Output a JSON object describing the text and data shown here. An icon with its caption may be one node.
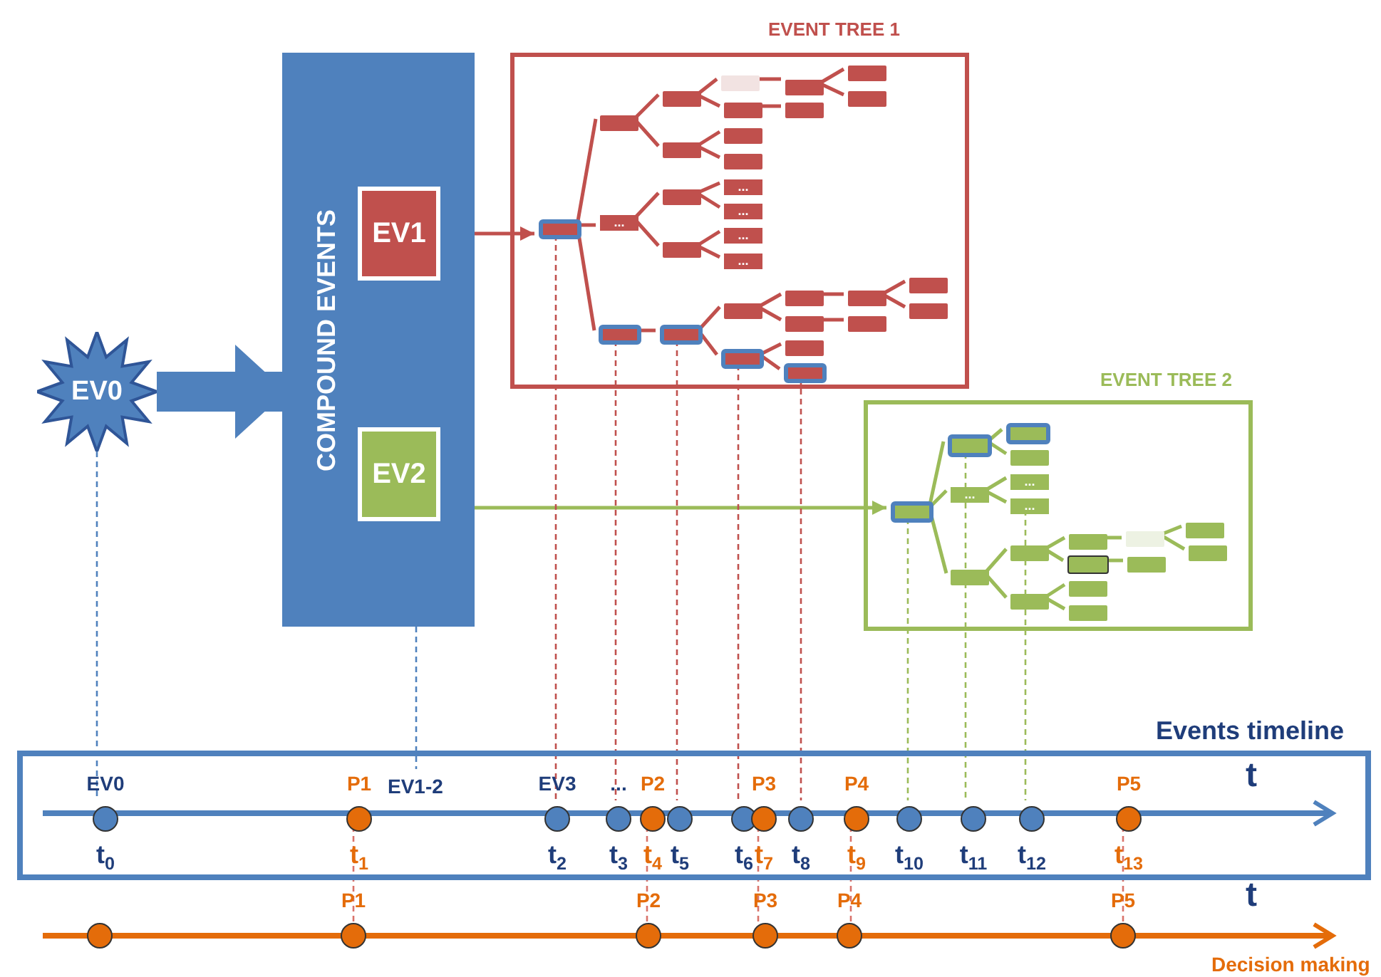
{
  "diagram": {
    "nodes": [
      {
        "text": [
          "EV0"
        ]
      },
      {
        "text": [
          "COMPOUND EVENTS"
        ]
      },
      {
        "text": [
          "EV1"
        ],
        "in": 1
      },
      {
        "text": [
          "EV2"
        ],
        "in": 1
      },
      {
        "text": [
          "EVENT TREE 1"
        ]
      },
      {
        "text": [],
        "shape": "box",
        "in": 4
      },
      {
        "text": [],
        "shape": "box",
        "in": 4
      },
      {
        "text": [
          "..."
        ],
        "in": 4
      },
      {
        "text": [],
        "shape": "box",
        "in": 4
      },
      {
        "text": [],
        "shape": "box",
        "in": 4
      },
      {
        "text": [],
        "shape": "box",
        "in": 4
      },
      {
        "text": [],
        "shape": "box",
        "in": 4
      },
      {
        "text": [],
        "shape": "box",
        "in": 4
      },
      {
        "text": [],
        "shape": "box",
        "in": 4
      },
      {
        "text": [],
        "shape": "box",
        "in": 4
      },
      {
        "text": [],
        "shape": "box",
        "in": 4
      },
      {
        "text": [],
        "shape": "box",
        "in": 4
      },
      {
        "text": [],
        "shape": "box",
        "in": 4
      },
      {
        "text": [
          "..."
        ],
        "in": 4
      },
      {
        "text": [
          "..."
        ],
        "in": 4
      },
      {
        "text": [
          "..."
        ],
        "in": 4
      },
      {
        "text": [
          "..."
        ],
        "in": 4
      },
      {
        "text": [],
        "shape": "box",
        "in": 4
      },
      {
        "text": [],
        "shape": "box",
        "in": 4
      },
      {
        "text": [],
        "shape": "box",
        "in": 4
      },
      {
        "text": [],
        "shape": "box",
        "in": 4
      },
      {
        "text": [],
        "shape": "box",
        "in": 4
      },
      {
        "text": [],
        "shape": "box",
        "in": 4
      },
      {
        "text": [],
        "shape": "box",
        "in": 4
      },
      {
        "text": [],
        "shape": "box",
        "in": 4
      },
      {
        "text": [],
        "shape": "box",
        "in": 4
      },
      {
        "text": [],
        "shape": "box",
        "in": 4
      },
      {
        "text": [],
        "shape": "box",
        "in": 4
      },
      {
        "text": [],
        "shape": "box",
        "in": 4
      },
      {
        "text": [],
        "shape": "box",
        "in": 4
      },
      {
        "text": [],
        "shape": "box",
        "in": 4
      },
      {
        "text": [
          "EVENT TREE 2"
        ]
      },
      {
        "text": [],
        "shape": "box",
        "in": 36
      },
      {
        "text": [],
        "shape": "box",
        "in": 36
      },
      {
        "text": [
          "..."
        ],
        "in": 36
      },
      {
        "text": [],
        "shape": "box",
        "in": 36
      },
      {
        "text": [],
        "shape": "box",
        "in": 36
      },
      {
        "text": [],
        "shape": "box",
        "in": 36
      },
      {
        "text": [
          "..."
        ],
        "in": 36
      },
      {
        "text": [
          "..."
        ],
        "in": 36
      },
      {
        "text": [],
        "shape": "box",
        "in": 36
      },
      {
        "text": [],
        "shape": "box",
        "in": 36
      },
      {
        "text": [],
        "shape": "box",
        "in": 36
      },
      {
        "text": [],
        "shape": "box",
        "in": 36
      },
      {
        "text": [],
        "shape": "box",
        "in": 36
      },
      {
        "text": [],
        "shape": "box",
        "in": 36
      },
      {
        "text": [],
        "shape": "box",
        "in": 36
      },
      {
        "text": [],
        "shape": "box",
        "in": 36
      },
      {
        "text": [],
        "shape": "box",
        "in": 36
      },
      {
        "text": [],
        "shape": "box",
        "in": 36
      },
      {
        "text": [
          "Events timeline"
        ]
      },
      {
        "text": [],
        "shape": "circle",
        "beside": [
          "EV0",
          "t$_{0}$"
        ],
        "in": 55
      },
      {
        "text": [],
        "shape": "circle",
        "beside": [
          "P1",
          "t$_{1}$"
        ],
        "in": 55
      },
      {
        "text": [
          "EV1-2"
        ],
        "in": 55
      },
      {
        "text": [],
        "shape": "circle",
        "beside": [
          "EV3",
          "t$_{2}$"
        ],
        "in": 55
      },
      {
        "text": [],
        "shape": "circle",
        "beside": [
          "...",
          "t$_{3}$"
        ],
        "in": 55
      },
      {
        "text": [],
        "shape": "circle",
        "beside": [
          "P2",
          "t$_{4}$"
        ],
        "in": 55
      },
      {
        "text": [],
        "shape": "circle",
        "beside": [
          "t$_{5}$"
        ],
        "in": 55
      },
      {
        "text": [],
        "shape": "circle",
        "beside": [
          "t$_{6}$"
        ],
        "in": 55
      },
      {
        "text": [],
        "shape": "circle",
        "beside": [
          "P3",
          "t$_{7}$"
        ],
        "in": 55
      },
      {
        "text": [],
        "shape": "circle",
        "beside": [
          "t$_{8}$"
        ],
        "in": 55
      },
      {
        "text": [],
        "shape": "circle",
        "beside": [
          "P4",
          "t$_{9}$"
        ],
        "in": 55
      },
      {
        "text": [],
        "shape": "circle",
        "beside": [
          "t$_{10}$"
        ],
        "in": 55
      },
      {
        "text": [],
        "shape": "circle",
        "beside": [
          "t$_{11}$"
        ],
        "in": 55
      },
      {
        "text": [],
        "shape": "circle",
        "beside": [
          "t$_{12}$"
        ],
        "in": 55
      },
      {
        "text": [],
        "shape": "circle",
        "beside": [
          "P5",
          "t$_{13}$"
        ],
        "in": 55
      },
      {
        "text": [],
        "shape": "circle"
      },
      {
        "text": [],
        "shape": "circle",
        "beside": [
          "P1"
        ]
      },
      {
        "text": [],
        "shape": "circle",
        "beside": [
          "P2"
        ]
      },
      {
        "text": [],
        "shape": "circle",
        "beside": [
          "P3"
        ]
      },
      {
        "text": [],
        "shape": "circle",
        "beside": [
          "P4"
        ]
      },
      {
        "text": [],
        "shape": "circle",
        "beside": [
          "P5"
        ]
      }
    ],
    "edges": [
      {
        "from": 0,
        "to": 1,
        "arrow": "to",
        "style": "thick",
        "color": "#4f81bd"
      },
      {
        "from": 2,
        "to": 5,
        "arrow": "to",
        "color": "#c0504d"
      },
      {
        "from": 3,
        "to": 37,
        "arrow": "to",
        "color": "#9bbb59"
      },
      {
        "from": 5,
        "to": 6,
        "arrow": "none",
        "color": "#c0504d"
      },
      {
        "from": 5,
        "to": 7,
        "arrow": "none",
        "color": "#c0504d"
      },
      {
        "from": 5,
        "to": 8,
        "arrow": "none",
        "color": "#c0504d"
      },
      {
        "from": 6,
        "to": 9,
        "arrow": "none",
        "color": "#c0504d"
      },
      {
        "from": 6,
        "to": 10,
        "arrow": "none",
        "color": "#c0504d"
      },
      {
        "from": 7,
        "to": 11,
        "arrow": "none",
        "color": "#c0504d"
      },
      {
        "from": 7,
        "to": 12,
        "arrow": "none",
        "color": "#c0504d"
      },
      {
        "from": 8,
        "to": 13,
        "arrow": "none",
        "color": "#c0504d"
      },
      {
        "from": 9,
        "to": 14,
        "arrow": "none",
        "color": "#c0504d"
      },
      {
        "from": 9,
        "to": 15,
        "arrow": "none",
        "color": "#c0504d"
      },
      {
        "from": 10,
        "to": 16,
        "arrow": "none",
        "color": "#c0504d"
      },
      {
        "from": 10,
        "to": 17,
        "arrow": "none",
        "color": "#c0504d"
      },
      {
        "from": 11,
        "to": 18,
        "arrow": "none",
        "color": "#c0504d"
      },
      {
        "from": 11,
        "to": 19,
        "arrow": "none",
        "color": "#c0504d"
      },
      {
        "from": 12,
        "to": 20,
        "arrow": "none",
        "color": "#c0504d"
      },
      {
        "from": 12,
        "to": 21,
        "arrow": "none",
        "color": "#c0504d"
      },
      {
        "from": 13,
        "to": 22,
        "arrow": "none",
        "color": "#c0504d"
      },
      {
        "from": 13,
        "to": 23,
        "arrow": "none",
        "color": "#c0504d"
      },
      {
        "from": 14,
        "to": 24,
        "arrow": "none",
        "color": "#c0504d"
      },
      {
        "from": 15,
        "to": 25,
        "arrow": "none",
        "color": "#c0504d"
      },
      {
        "from": 22,
        "to": 26,
        "arrow": "none",
        "color": "#c0504d"
      },
      {
        "from": 22,
        "to": 27,
        "arrow": "none",
        "color": "#c0504d"
      },
      {
        "from": 23,
        "to": 28,
        "arrow": "none",
        "color": "#c0504d"
      },
      {
        "from": 23,
        "to": 29,
        "arrow": "none",
        "color": "#c0504d"
      },
      {
        "from": 24,
        "to": 30,
        "arrow": "none",
        "color": "#c0504d"
      },
      {
        "from": 24,
        "to": 31,
        "arrow": "none",
        "color": "#c0504d"
      },
      {
        "from": 26,
        "to": 32,
        "arrow": "none",
        "color": "#c0504d"
      },
      {
        "from": 27,
        "to": 33,
        "arrow": "none",
        "color": "#c0504d"
      },
      {
        "from": 32,
        "to": 34,
        "arrow": "none",
        "color": "#c0504d"
      },
      {
        "from": 32,
        "to": 35,
        "arrow": "none",
        "color": "#c0504d"
      },
      {
        "from": 37,
        "to": 38,
        "arrow": "none",
        "color": "#9bbb59"
      },
      {
        "from": 37,
        "to": 39,
        "arrow": "none",
        "color": "#9bbb59"
      },
      {
        "from": 37,
        "to": 40,
        "arrow": "none",
        "color": "#9bbb59"
      },
      {
        "from": 38,
        "to": 41,
        "arrow": "none",
        "color": "#9bbb59"
      },
      {
        "from": 38,
        "to": 42,
        "arrow": "none",
        "color": "#9bbb59"
      },
      {
        "from": 39,
        "to": 43,
        "arrow": "none",
        "color": "#9bbb59"
      },
      {
        "from": 39,
        "to": 44,
        "arrow": "none",
        "color": "#9bbb59"
      },
      {
        "from": 40,
        "to": 45,
        "arrow": "none",
        "color": "#9bbb59"
      },
      {
        "from": 40,
        "to": 46,
        "arrow": "none",
        "color": "#9bbb59"
      },
      {
        "from": 45,
        "to": 47,
        "arrow": "none",
        "color": "#9bbb59"
      },
      {
        "from": 45,
        "to": 48,
        "arrow": "none",
        "color": "#9bbb59"
      },
      {
        "from": 46,
        "to": 49,
        "arrow": "none",
        "color": "#9bbb59"
      },
      {
        "from": 46,
        "to": 50,
        "arrow": "none",
        "color": "#9bbb59"
      },
      {
        "from": 47,
        "to": 51,
        "arrow": "none",
        "color": "#9bbb59"
      },
      {
        "from": 48,
        "to": 52,
        "arrow": "none",
        "color": "#9bbb59"
      },
      {
        "from": 51,
        "to": 53,
        "arrow": "none",
        "color": "#9bbb59"
      },
      {
        "from": 51,
        "to": 54,
        "arrow": "none",
        "color": "#9bbb59"
      },
      {
        "from": 0,
        "to": 56,
        "arrow": "none",
        "style": "dashed",
        "color": "#4f81bd"
      },
      {
        "from": 1,
        "to": 58,
        "arrow": "none",
        "style": "dashed",
        "color": "#4f81bd"
      },
      {
        "from": 5,
        "to": 59,
        "arrow": "none",
        "style": "dashed",
        "color": "#c0504d"
      },
      {
        "from": 8,
        "to": 60,
        "arrow": "none",
        "style": "dashed",
        "color": "#c0504d"
      },
      {
        "from": 13,
        "to": 62,
        "arrow": "none",
        "style": "dashed",
        "color": "#c0504d"
      },
      {
        "from": 23,
        "to": 63,
        "arrow": "none",
        "style": "dashed",
        "color": "#c0504d"
      },
      {
        "from": 29,
        "to": 65,
        "arrow": "none",
        "style": "dashed",
        "color": "#c0504d"
      },
      {
        "from": 37,
        "to": 67,
        "arrow": "none",
        "style": "dashed",
        "color": "#9bbb59"
      },
      {
        "from": 38,
        "to": 68,
        "arrow": "none",
        "style": "dashed",
        "color": "#9bbb59"
      },
      {
        "from": 44,
        "to": 69,
        "arrow": "none",
        "style": "dashed",
        "color": "#9bbb59"
      },
      {
        "from": 57,
        "to": 72,
        "arrow": "none",
        "style": "dashed",
        "color": "#d9736b"
      },
      {
        "from": 61,
        "to": 73,
        "arrow": "none",
        "style": "dashed",
        "color": "#d9736b"
      },
      {
        "from": 64,
        "to": 74,
        "arrow": "none",
        "style": "dashed",
        "color": "#d9736b"
      },
      {
        "from": 66,
        "to": 75,
        "arrow": "none",
        "style": "dashed",
        "color": "#d9736b"
      },
      {
        "from": 70,
        "to": 76,
        "arrow": "none",
        "style": "dashed",
        "color": "#d9736b"
      }
    ],
    "labels": [
      "t",
      "t",
      "Decision making"
    ]
  }
}
